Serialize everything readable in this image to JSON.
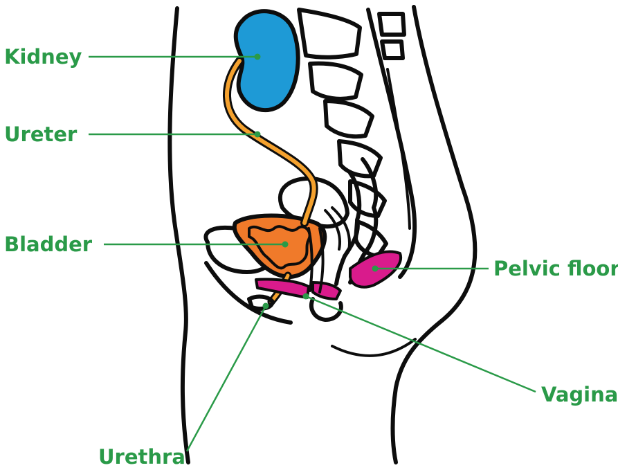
{
  "labels": {
    "kidney": "Kidney",
    "ureter": "Ureter",
    "bladder": "Bladder",
    "pelvic_floor": "Pelvic floor",
    "vagina": "Vagina",
    "urethra": "Urethra"
  },
  "colors": {
    "label_green": "#2a9a48",
    "kidney_blue": "#1e9ad6",
    "ureter_orange": "#f4a12e",
    "bladder_orange": "#f07a2a",
    "pelvic_floor_magenta": "#d91b8c",
    "outline": "#0d0d0d"
  }
}
